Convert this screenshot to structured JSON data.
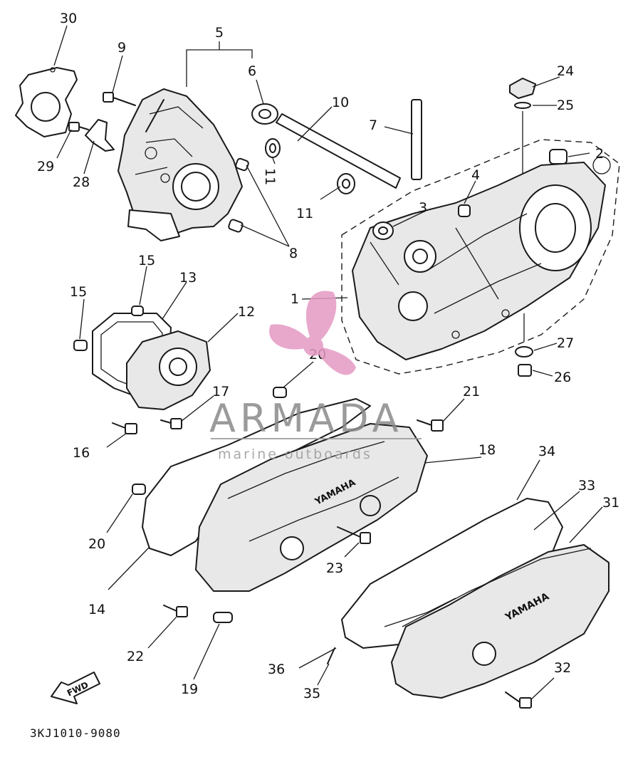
{
  "diagram": {
    "part_code": "3KJ1010-9080",
    "fwd_label": "FWD",
    "brand_stamp": "YAMAHA",
    "callouts": [
      {
        "id": "c1",
        "text": "1"
      },
      {
        "id": "c2",
        "text": "2"
      },
      {
        "id": "c3",
        "text": "3"
      },
      {
        "id": "c4",
        "text": "4"
      },
      {
        "id": "c5",
        "text": "5"
      },
      {
        "id": "c6",
        "text": "6"
      },
      {
        "id": "c7",
        "text": "7"
      },
      {
        "id": "c8",
        "text": "8"
      },
      {
        "id": "c9",
        "text": "9"
      },
      {
        "id": "c10",
        "text": "10"
      },
      {
        "id": "c11a",
        "text": "11"
      },
      {
        "id": "c11b",
        "text": "11"
      },
      {
        "id": "c12",
        "text": "12"
      },
      {
        "id": "c13",
        "text": "13"
      },
      {
        "id": "c14",
        "text": "14"
      },
      {
        "id": "c15a",
        "text": "15"
      },
      {
        "id": "c15b",
        "text": "15"
      },
      {
        "id": "c16",
        "text": "16"
      },
      {
        "id": "c17",
        "text": "17"
      },
      {
        "id": "c18",
        "text": "18"
      },
      {
        "id": "c19",
        "text": "19"
      },
      {
        "id": "c20a",
        "text": "20"
      },
      {
        "id": "c20b",
        "text": "20"
      },
      {
        "id": "c21",
        "text": "21"
      },
      {
        "id": "c22",
        "text": "22"
      },
      {
        "id": "c23",
        "text": "23"
      },
      {
        "id": "c24",
        "text": "24"
      },
      {
        "id": "c25",
        "text": "25"
      },
      {
        "id": "c26",
        "text": "26"
      },
      {
        "id": "c27",
        "text": "27"
      },
      {
        "id": "c28",
        "text": "28"
      },
      {
        "id": "c29",
        "text": "29"
      },
      {
        "id": "c30",
        "text": "30"
      },
      {
        "id": "c31",
        "text": "31"
      },
      {
        "id": "c32",
        "text": "32"
      },
      {
        "id": "c33",
        "text": "33"
      },
      {
        "id": "c34",
        "text": "34"
      },
      {
        "id": "c35",
        "text": "35"
      },
      {
        "id": "c36",
        "text": "36"
      }
    ]
  },
  "watermark": {
    "brand": "ARMADA",
    "tagline": "marine outboards",
    "logo_color": "#e59ac4",
    "text_color": "#8a8a8a"
  },
  "colors": {
    "ink": "#1a1a1a",
    "background": "#ffffff"
  }
}
